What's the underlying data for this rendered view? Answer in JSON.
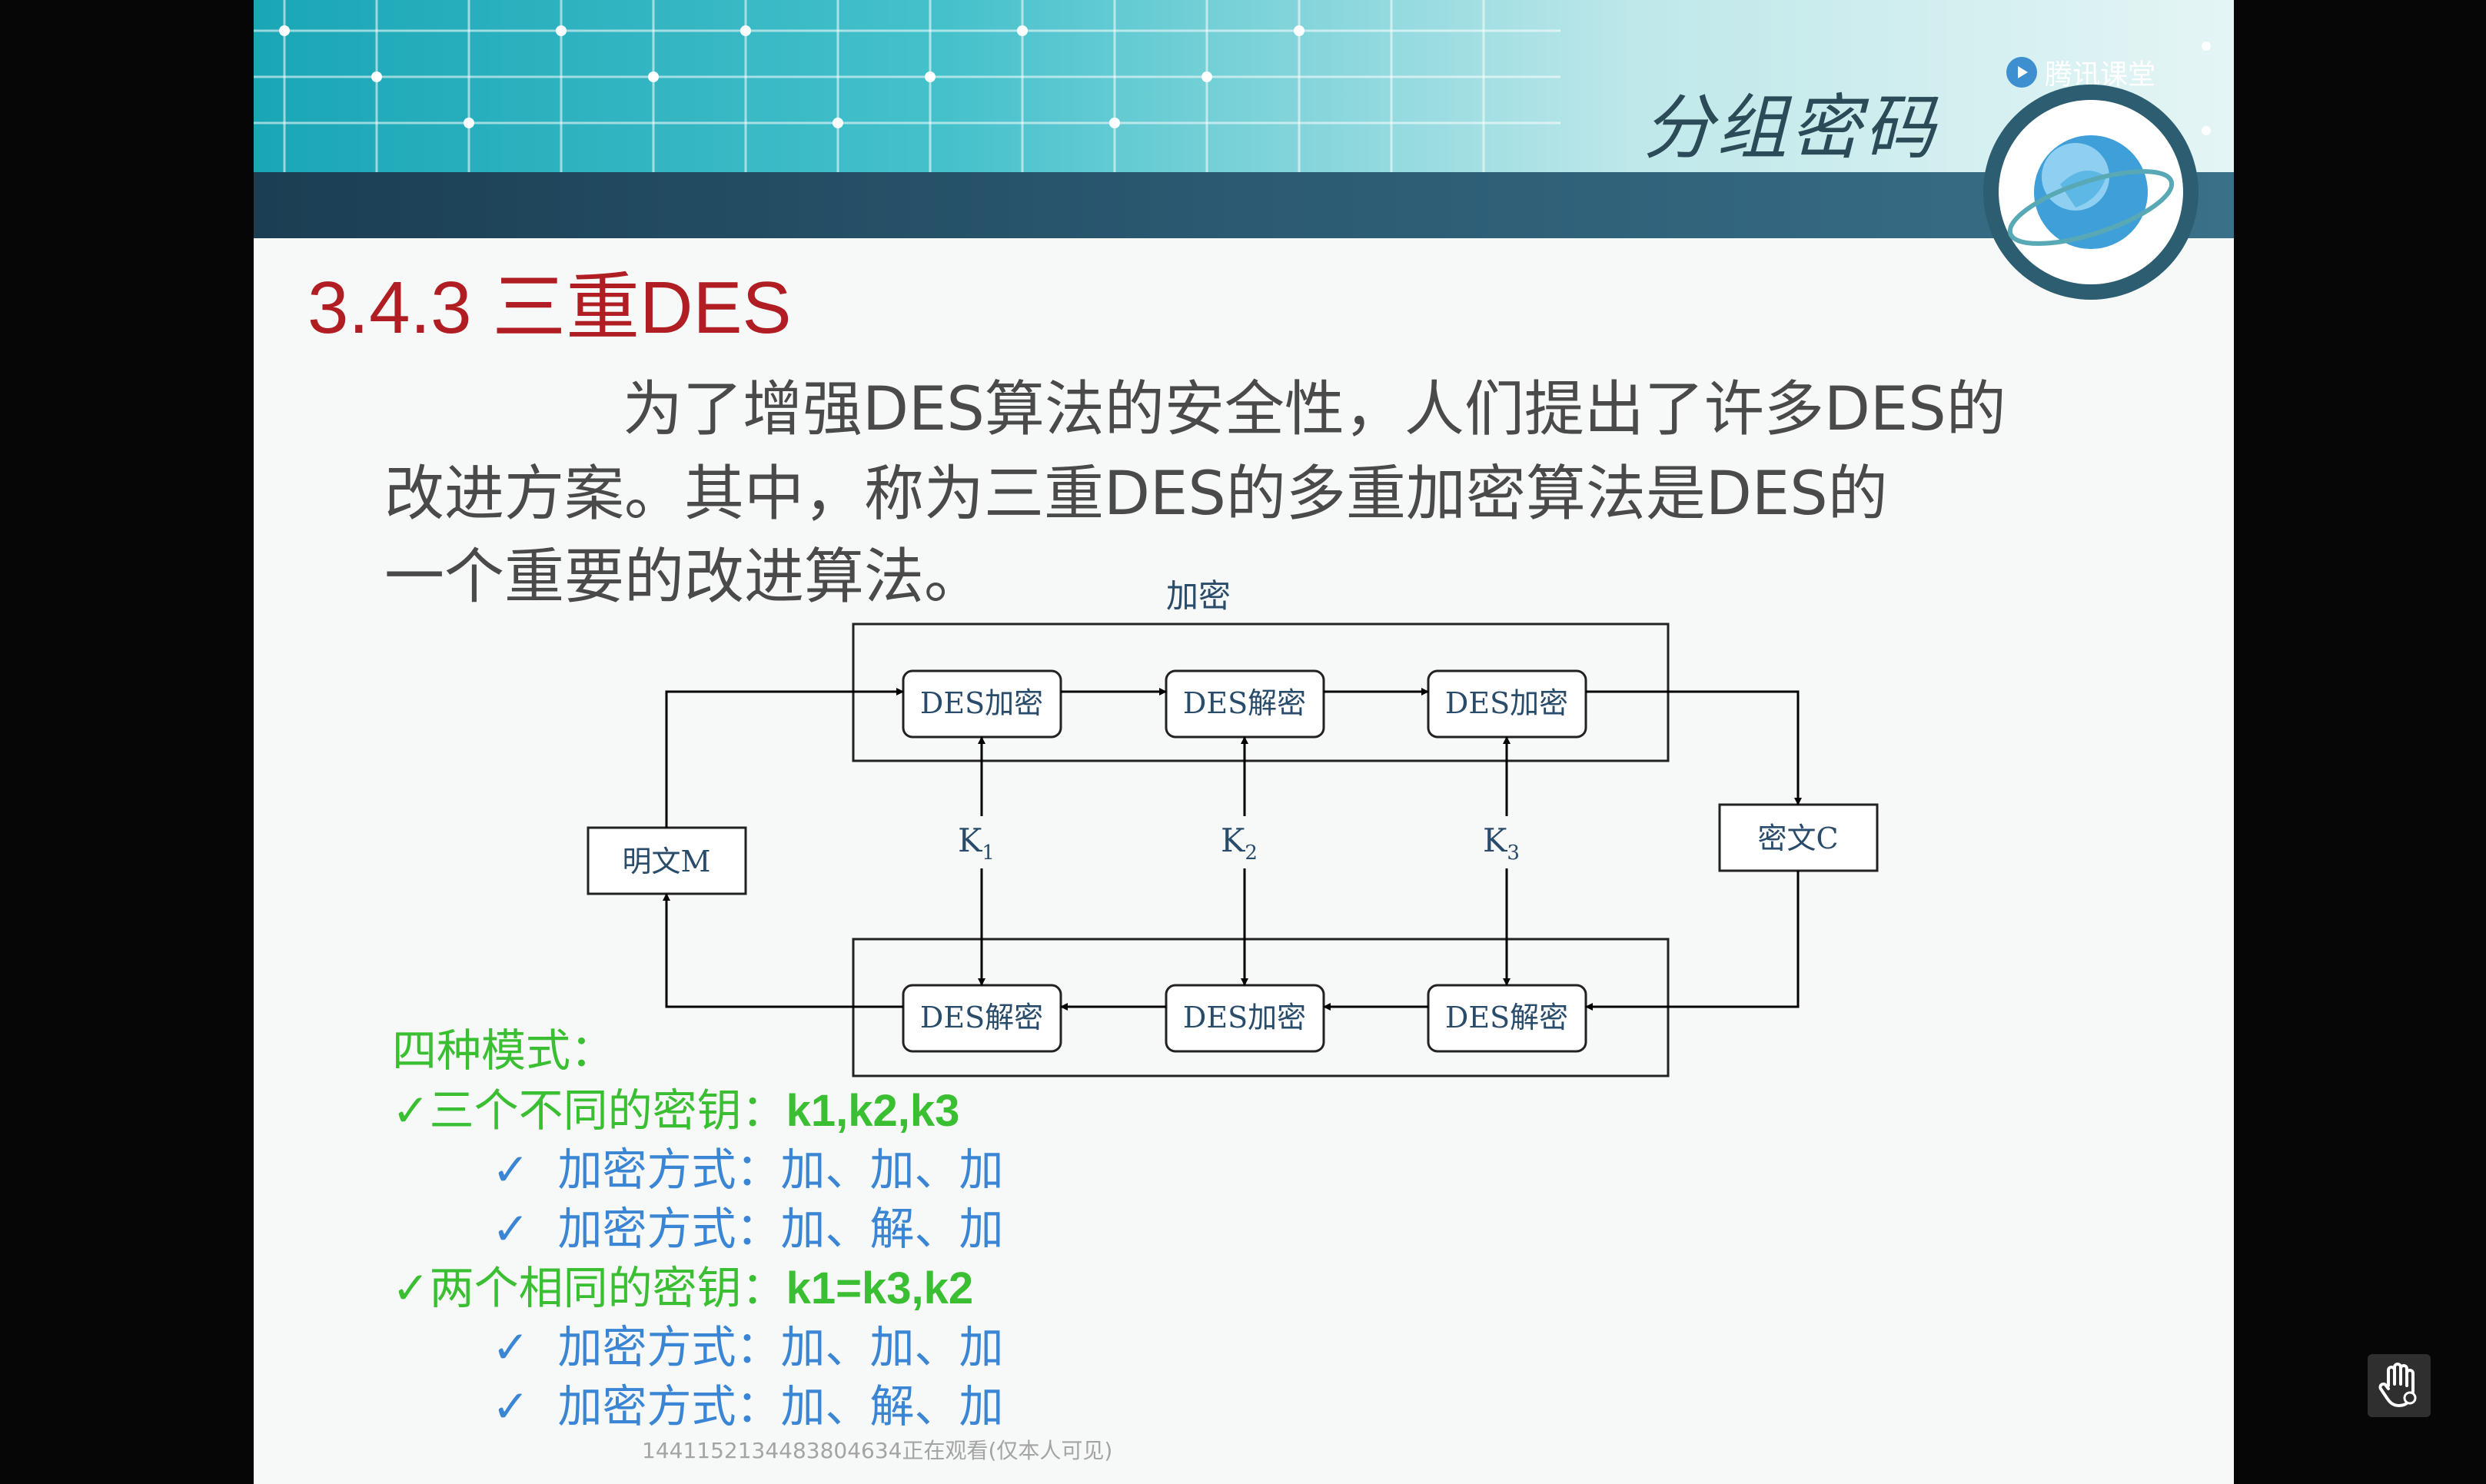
{
  "brand": {
    "name": "腾讯课堂"
  },
  "banner": {
    "title": "分组密码"
  },
  "slide": {
    "heading": "3.4.3 三重DES",
    "paragraph": [
      "为了增强DES算法的安全性，人们提出了许多DES的",
      "改进方案。其中，称为三重DES的多重加密算法是DES的",
      "一个重要的改进算法。"
    ]
  },
  "diagram": {
    "group_label": "加密",
    "plaintext": "明文M",
    "ciphertext": "密文C",
    "top_row": [
      "DES加密",
      "DES解密",
      "DES加密"
    ],
    "bottom_row": [
      "DES解密",
      "DES加密",
      "DES解密"
    ],
    "keys": [
      {
        "base": "K",
        "sub": "1"
      },
      {
        "base": "K",
        "sub": "2"
      },
      {
        "base": "K",
        "sub": "3"
      }
    ]
  },
  "modes": {
    "title": "四种模式：",
    "three_keys": {
      "check": "✓",
      "label": "三个不同的密钥：",
      "value": "k1,k2,k3"
    },
    "three_keys_sub": [
      {
        "check": "✓",
        "text": "加密方式：加、加、加"
      },
      {
        "check": "✓",
        "text": "加密方式：加、解、加"
      }
    ],
    "two_keys": {
      "check": "✓",
      "label": "两个相同的密钥：",
      "value": "k1=k3,k2"
    },
    "two_keys_sub": [
      {
        "check": "✓",
        "text": "加密方式：加、加、加"
      },
      {
        "check": "✓",
        "text": "加密方式：加、解、加"
      }
    ]
  },
  "watermark": "1441152134483804634正在观看(仅本人可见)",
  "controls": {
    "hand_icon": "raise-hand-icon"
  },
  "colors": {
    "heading": "#b01d22",
    "green": "#3bbf32",
    "blue": "#3a86d4",
    "diagram_text": "#2a4c6b"
  }
}
